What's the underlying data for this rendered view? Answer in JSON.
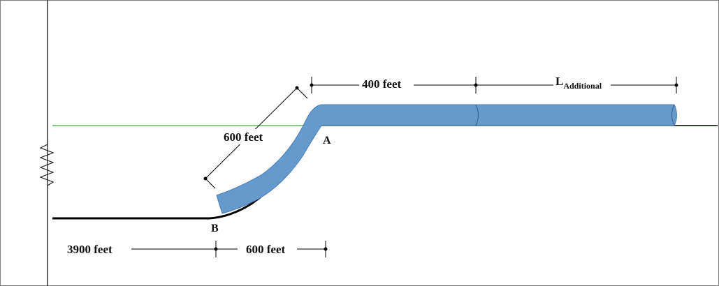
{
  "labels": {
    "dim_horizontal_top": "400 feet",
    "dim_additional_main": "L",
    "dim_additional_sub": "Additional",
    "dim_incline": "600 feet",
    "dim_ground_left": "3900 feet",
    "dim_ground_right": "600 feet",
    "point_a": "A",
    "point_b": "B"
  },
  "colors": {
    "pipe_fill": "#6699cc",
    "pipe_outline": "#4d7fb3",
    "ground_line": "#5cb85c",
    "profile_line": "#000000",
    "dim_line": "#000000",
    "frame": "#7f7f7f"
  }
}
